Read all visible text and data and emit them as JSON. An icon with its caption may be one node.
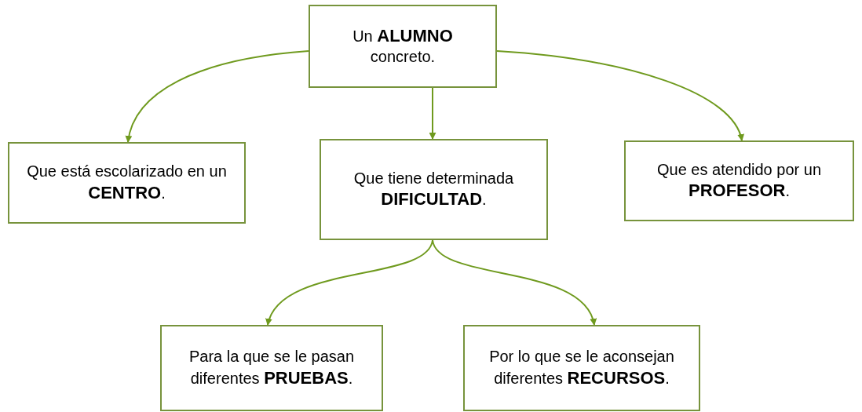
{
  "diagram": {
    "nodes": [
      {
        "text": [
          "Un **ALUMNO** concreto."
        ]
      },
      {
        "text": [
          "Que está escolarizado en un **CENTRO**."
        ]
      },
      {
        "text": [
          "Que tiene determinada **DIFICULTAD**."
        ]
      },
      {
        "text": [
          "Que es atendido por un **PROFESOR**."
        ]
      },
      {
        "text": [
          "Para la que se le pasan diferentes **PRUEBAS**."
        ]
      },
      {
        "text": [
          "Por lo que se le aconsejan diferentes **RECURSOS**."
        ]
      }
    ],
    "edges": [
      {
        "from": 0,
        "to": 1,
        "arrow": "to"
      },
      {
        "from": 0,
        "to": 2,
        "arrow": "to"
      },
      {
        "from": 0,
        "to": 3,
        "arrow": "to"
      },
      {
        "from": 2,
        "to": 4,
        "arrow": "to"
      },
      {
        "from": 2,
        "to": 5,
        "arrow": "to"
      }
    ]
  }
}
